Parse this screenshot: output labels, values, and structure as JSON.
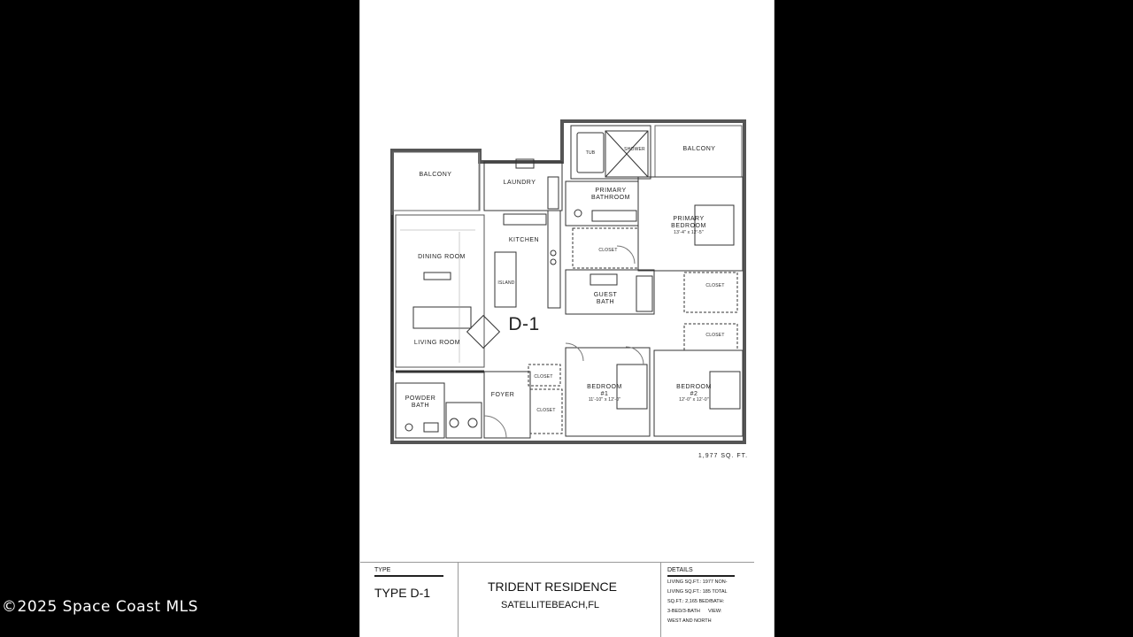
{
  "sheet": {
    "unit_label": "D-1",
    "area_note": "1,977 SQ. FT.",
    "rooms": {
      "balcony_left": "BALCONY",
      "balcony_right": "BALCONY",
      "laundry": "LAUNDRY",
      "kitchen": "KITCHEN",
      "dining_room": "DINING ROOM",
      "living_room": "LIVING ROOM",
      "primary_bathroom_line1": "PRIMARY",
      "primary_bathroom_line2": "BATHROOM",
      "primary_bedroom_line1": "PRIMARY",
      "primary_bedroom_line2": "BEDROOM",
      "primary_bedroom_dim": "13'-4\" x 12'-5\"",
      "guest_bath_line1": "GUEST",
      "guest_bath_line2": "BATH",
      "foyer": "FOYER",
      "powder_bath_line1": "POWDER",
      "powder_bath_line2": "BATH",
      "bedroom1_line1": "BEDROOM",
      "bedroom1_line2": "#1",
      "bedroom1_dim": "11'-10\" x 12'-0\"",
      "bedroom2_line1": "BEDROOM",
      "bedroom2_line2": "#2",
      "bedroom2_dim": "12'-0\" x 12'-0\"",
      "closet": "CLOSET",
      "island": "ISLAND",
      "shower": "SHOWER",
      "tub": "TUB"
    }
  },
  "title_block": {
    "type_header": "TYPE",
    "type_value": "TYPE D-1",
    "project_name": "TRIDENT RESIDENCE",
    "location": "SATELLITEBEACH,FL",
    "details_header": "DETAILS",
    "details_lines": [
      "LIVING SQ.FT.: 1977 NON-",
      "LIVING SQ.FT.: 185 TOTAL",
      "SQ.FT.: 2,165 BED/BATH:",
      "3-BED/3-BATH      VIEW:",
      "WEST AND NORTH"
    ]
  },
  "watermark": "©2025 Space Coast MLS"
}
